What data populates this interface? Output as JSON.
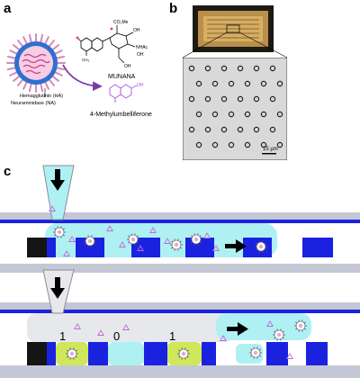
{
  "panel_a": {
    "letter": "a",
    "virus_labels": {
      "ha": "Hemagglutinin (HA)",
      "na": "Neuraminidase (NA)"
    },
    "substrate_name": "MUNANA",
    "product_name": "4-Methylumbelliferone",
    "substituents": {
      "ester": "CO₂Me",
      "oh_top": "OH",
      "nhac": "NHAc",
      "oh_right": "OH",
      "oh_bottom": "OH",
      "oh_product": "OH",
      "methyl": "CH₃"
    },
    "colors": {
      "virus": "#2f6fd0",
      "spikes": "#d48ab8",
      "rna": "#c93a87",
      "product": "#a457d6",
      "arrow": "#7a3aa8"
    }
  },
  "panel_b": {
    "letter": "b",
    "scale_bar_label": "15 µm"
  },
  "panel_c": {
    "letter": "c",
    "compartment_readouts": [
      "1",
      "0",
      "1"
    ],
    "colors": {
      "channel_fill": "#aff0f3",
      "wall_grey": "#c3c8d4",
      "electrode_blue": "#1a22e0",
      "dark_block": "#141414",
      "positive_well": "#cfe75a",
      "product_triangle": "#c06ad6"
    }
  }
}
